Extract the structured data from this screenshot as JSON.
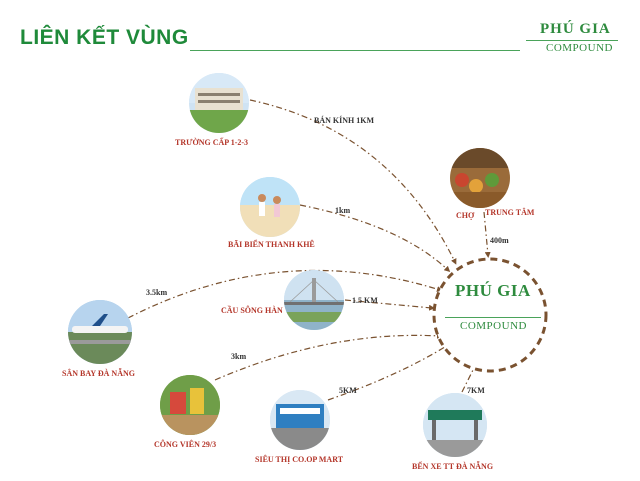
{
  "header": {
    "title": "LIÊN KẾT VÙNG",
    "brand_name": "PHÚ GIA",
    "brand_sub": "COMPOUND"
  },
  "hub": {
    "name": "PHÚ GIA",
    "sub": "COMPOUND"
  },
  "places": {
    "truong_cap": "TRƯỜNG CẤP 1-2-3",
    "bai_bien": "BÃI BIỂN THANH KHÊ",
    "san_bay": "SÂN BAY ĐÀ NẴNG",
    "cau_song_han": "CẦU SÔNG HÀN",
    "cong_vien": "CÔNG VIÊN 29/3",
    "sieu_thi": "SIÊU THỊ CO.OP MART",
    "ben_xe": "BẾN XE TT ĐÀ NẴNG",
    "cho": "CHỢ",
    "trung_tam": "TRUNG TÂM"
  },
  "distances": {
    "truong_cap": "BÁN KÍNH 1KM",
    "bai_bien": "1km",
    "san_bay": "3.5km",
    "cau_song_han": "1.5 KM",
    "cong_vien": "3km",
    "sieu_thi": "5KM",
    "ben_xe": "7KM",
    "cho": "400m"
  },
  "colors": {
    "brand_green": "#2e8b3e",
    "label_red": "#b4362a",
    "hub_ring": "#7a5230"
  }
}
